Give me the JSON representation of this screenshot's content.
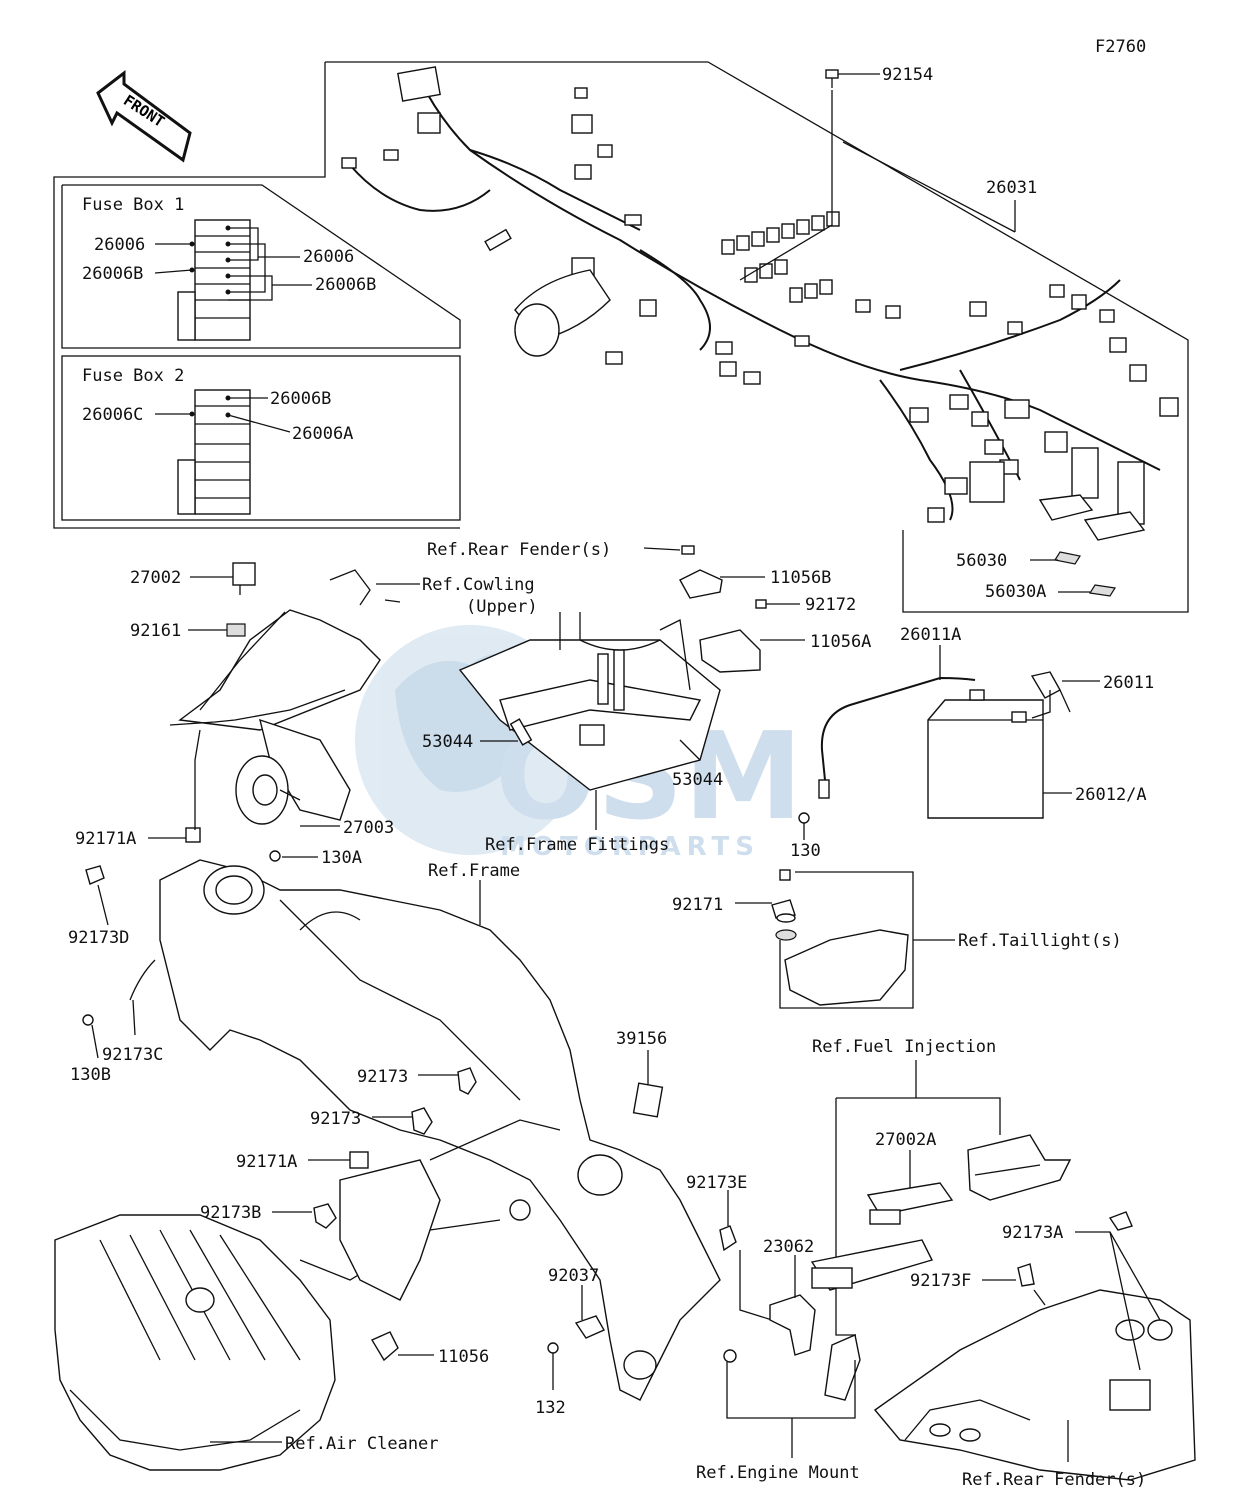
{
  "figure_code": "F2760",
  "front_label": "FRONT",
  "fuse_box_1": {
    "title": "Fuse Box 1",
    "labels": [
      "26006",
      "26006B",
      "26006",
      "26006B"
    ]
  },
  "fuse_box_2": {
    "title": "Fuse Box 2",
    "labels": [
      "26006C",
      "26006B",
      "26006A"
    ]
  },
  "watermark": {
    "main": "OSM",
    "sub": "MOTORPARTS"
  },
  "callouts": {
    "p92154": "92154",
    "p26031": "26031",
    "p56030": "56030",
    "p56030A": "56030A",
    "ref_rear_fender_top": "Ref.Rear Fender(s)",
    "p11056B": "11056B",
    "p92172": "92172",
    "p11056A": "11056A",
    "p27002": "27002",
    "ref_cowling_1": "Ref.Cowling",
    "ref_cowling_2": "(Upper)",
    "p92161": "92161",
    "p26011A": "26011A",
    "p26011": "26011",
    "p26012A": "26012/A",
    "p53044_left": "53044",
    "p53044_right": "53044",
    "ref_frame_fittings": "Ref.Frame Fittings",
    "p130": "130",
    "p92171A_top": "92171A",
    "p27003": "27003",
    "p130A": "130A",
    "ref_frame": "Ref.Frame",
    "p92173D": "92173D",
    "p92171": "92171",
    "ref_taillight": "Ref.Taillight(s)",
    "p130B": "130B",
    "p92173C": "92173C",
    "p39156": "39156",
    "ref_fuel_injection": "Ref.Fuel Injection",
    "p92173_1": "92173",
    "p92173_2": "92173",
    "p27002A": "27002A",
    "p92171A_bottom": "92171A",
    "p92173E": "92173E",
    "p92173B": "92173B",
    "p23062": "23062",
    "p92173A": "92173A",
    "p92037": "92037",
    "p92173F": "92173F",
    "p11056": "11056",
    "p132": "132",
    "ref_air_cleaner": "Ref.Air Cleaner",
    "ref_engine_mount": "Ref.Engine Mount",
    "ref_rear_fender_bottom": "Ref.Rear Fender(s)"
  }
}
